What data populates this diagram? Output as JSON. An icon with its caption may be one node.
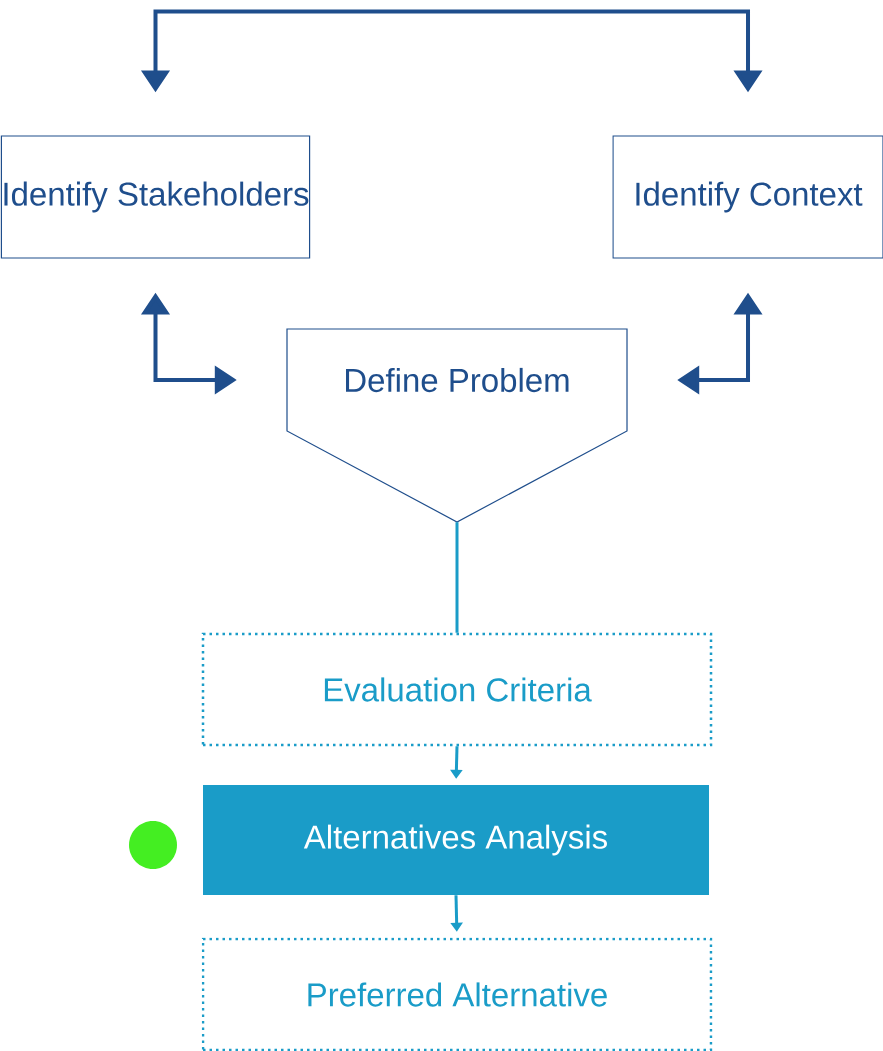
{
  "diagram": {
    "nodes": [
      {
        "text": [
          "Identify Stakeholders"
        ]
      },
      {
        "text": [
          "Identify Context"
        ]
      },
      {
        "text": [
          "Define Problem"
        ]
      },
      {
        "text": [
          "Evaluation Criteria"
        ]
      },
      {
        "text": [
          "Alternatives Analysis"
        ]
      },
      {
        "text": [
          "Preferred Alternative"
        ]
      }
    ],
    "edges": [
      {
        "from": 0,
        "to": 1,
        "arrow": "both"
      },
      {
        "from": 0,
        "to": 2,
        "arrow": "both"
      },
      {
        "from": 1,
        "to": 2,
        "arrow": "both"
      },
      {
        "from": 2,
        "to": 3,
        "arrow": "none",
        "color": "#1a9cc8"
      },
      {
        "from": 3,
        "to": 4,
        "arrow": "to",
        "color": "#1a9cc8"
      },
      {
        "from": 4,
        "to": 5,
        "arrow": "to",
        "color": "#1a9cc8"
      }
    ]
  }
}
